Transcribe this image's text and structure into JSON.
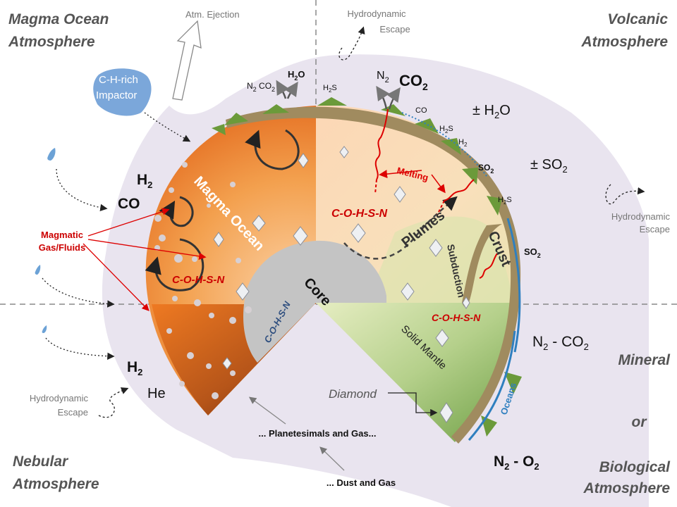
{
  "corners": {
    "top_left": [
      "Magma Ocean",
      "Atmosphere"
    ],
    "top_right": [
      "Volcanic",
      "Atmosphere"
    ],
    "bottom_left": [
      "Nebular",
      "Atmosphere"
    ],
    "bottom_right_mineral": "Mineral",
    "bottom_right_or": "or",
    "bottom_right_bio": [
      "Biological",
      "Atmosphere"
    ]
  },
  "processes": {
    "atm_ejection": "Atm. Ejection",
    "hydro_escape": [
      "Hydrodynamic",
      "Escape"
    ],
    "impactor": [
      "C-H-rich",
      "Impactor"
    ],
    "magmatic_gas": [
      "Magmatic",
      "Gas/Fluids"
    ],
    "melting": "Melting",
    "planetesimals": "... Planetesimals and Gas...",
    "dust": "... Dust and Gas",
    "diamond": "Diamond"
  },
  "layers": {
    "magma_ocean": "Magma Ocean",
    "core": "Core",
    "plumes": "Plumes",
    "crust": "Crust",
    "subduction": "Subduction",
    "solid_mantle": "Solid Mantle",
    "oceans": "Oceans",
    "cohsn": "C-O-H-S-N"
  },
  "gases": {
    "h2": "H",
    "co": "CO",
    "he": "He",
    "n2": "N",
    "co2": "CO",
    "h2o": "H",
    "h2s": "H",
    "so2": "SO",
    "sub2": "2",
    "o_suffix": "O",
    "s_suffix": "S",
    "pm_h2o_prefix": "± H",
    "pm_so2": "± SO",
    "n2_co2_mid": " - CO",
    "n2_o2_mid": " - O"
  }
}
